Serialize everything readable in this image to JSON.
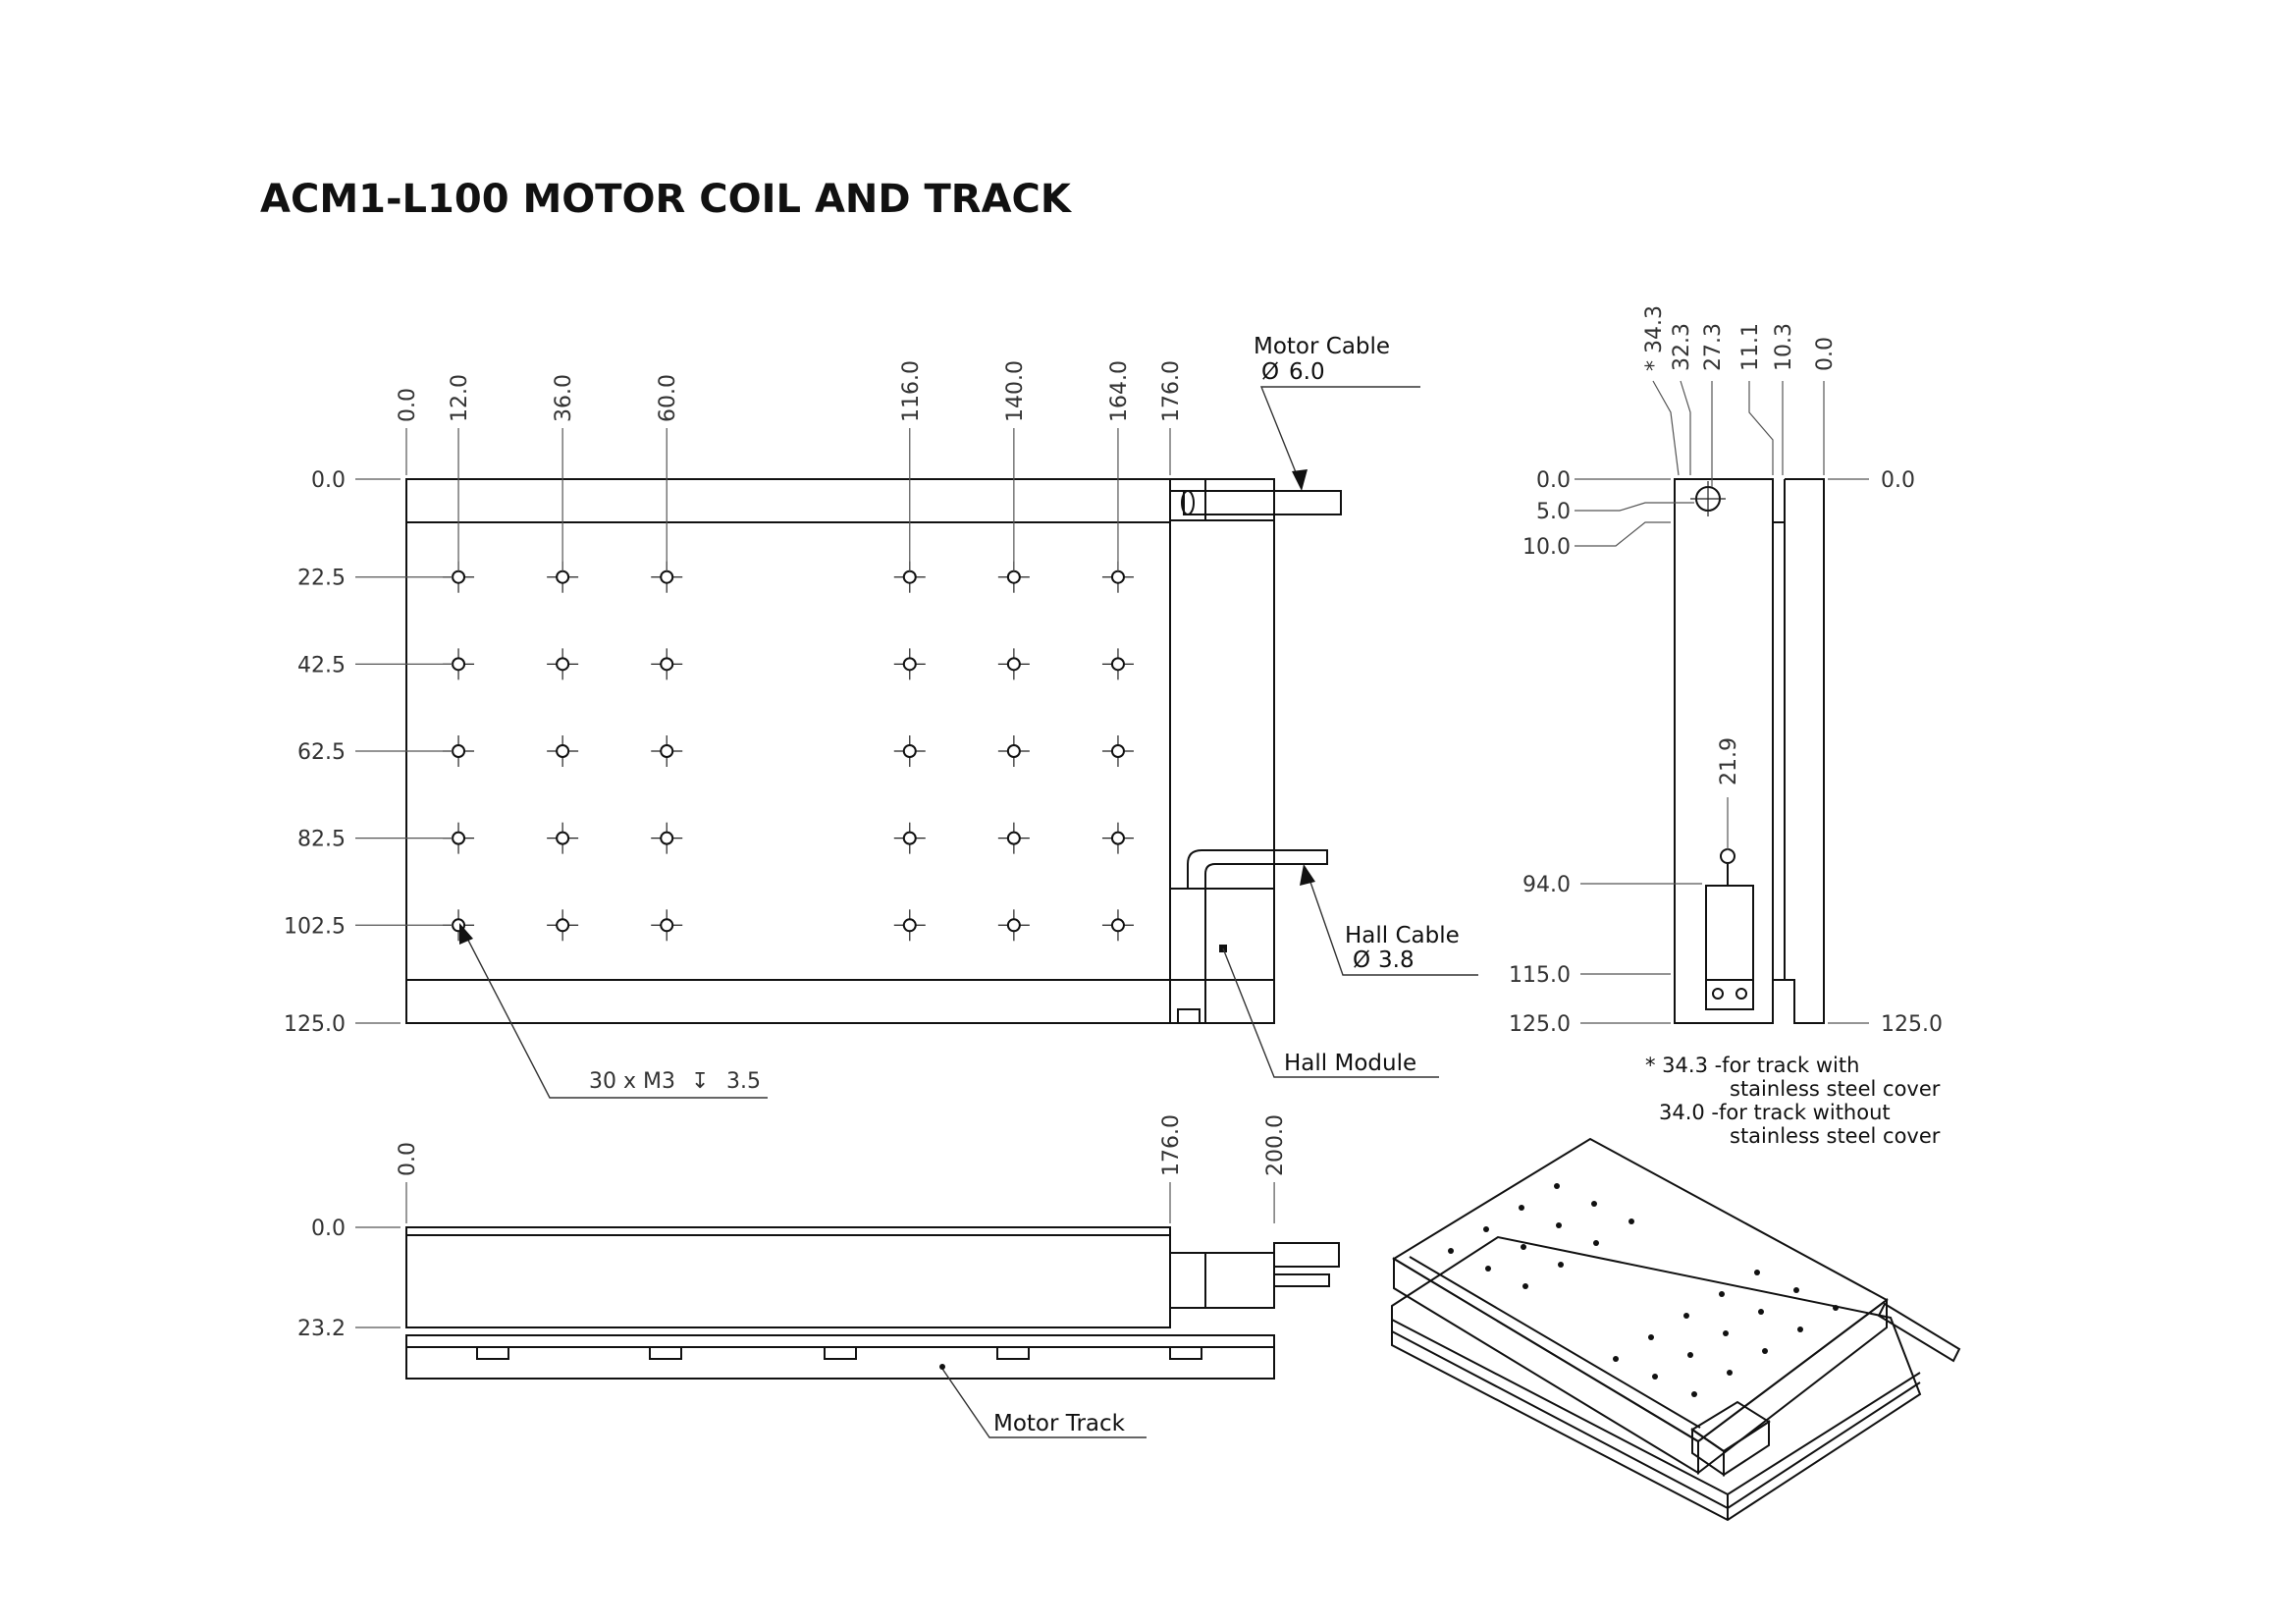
{
  "title": "ACM1-L100 MOTOR COIL AND TRACK",
  "top_view": {
    "x_dims": [
      "0.0",
      "12.0",
      "36.0",
      "60.0",
      "116.0",
      "140.0",
      "164.0",
      "176.0"
    ],
    "y_dims": [
      "0.0",
      "22.5",
      "42.5",
      "62.5",
      "82.5",
      "102.5",
      "125.0"
    ],
    "motor_cable": "Motor Cable",
    "motor_cable_dia": "6.0",
    "hall_cable": "Hall Cable",
    "hall_cable_dia": "3.8",
    "hall_module": "Hall Module",
    "hole_callout": "30 x M3",
    "hole_depth": "3.5"
  },
  "side_view": {
    "x_dims": [
      "0.0",
      "176.0",
      "200.0"
    ],
    "y_dims": [
      "0.0",
      "23.2"
    ],
    "motor_track": "Motor Track"
  },
  "end_view": {
    "x_dims": [
      "* 34.3",
      "32.3",
      "27.3",
      "11.1",
      "10.3",
      "0.0"
    ],
    "y_dims_left": [
      "0.0",
      "5.0",
      "10.0",
      "94.0",
      "115.0",
      "125.0"
    ],
    "y_dims_right": [
      "0.0",
      "125.0"
    ],
    "hall_dim": "21.9"
  },
  "notes": [
    "* 34.3 -for track with",
    "stainless steel cover",
    "34.0 -for track without",
    "stainless steel cover"
  ],
  "diameter_symbol": "Ø",
  "depth_symbol": "↧",
  "colors": {
    "line": "#111111",
    "text": "#333333",
    "background": "#ffffff"
  },
  "icons": [
    "diameter-symbol-icon",
    "depth-symbol-icon",
    "isometric-view-icon"
  ]
}
